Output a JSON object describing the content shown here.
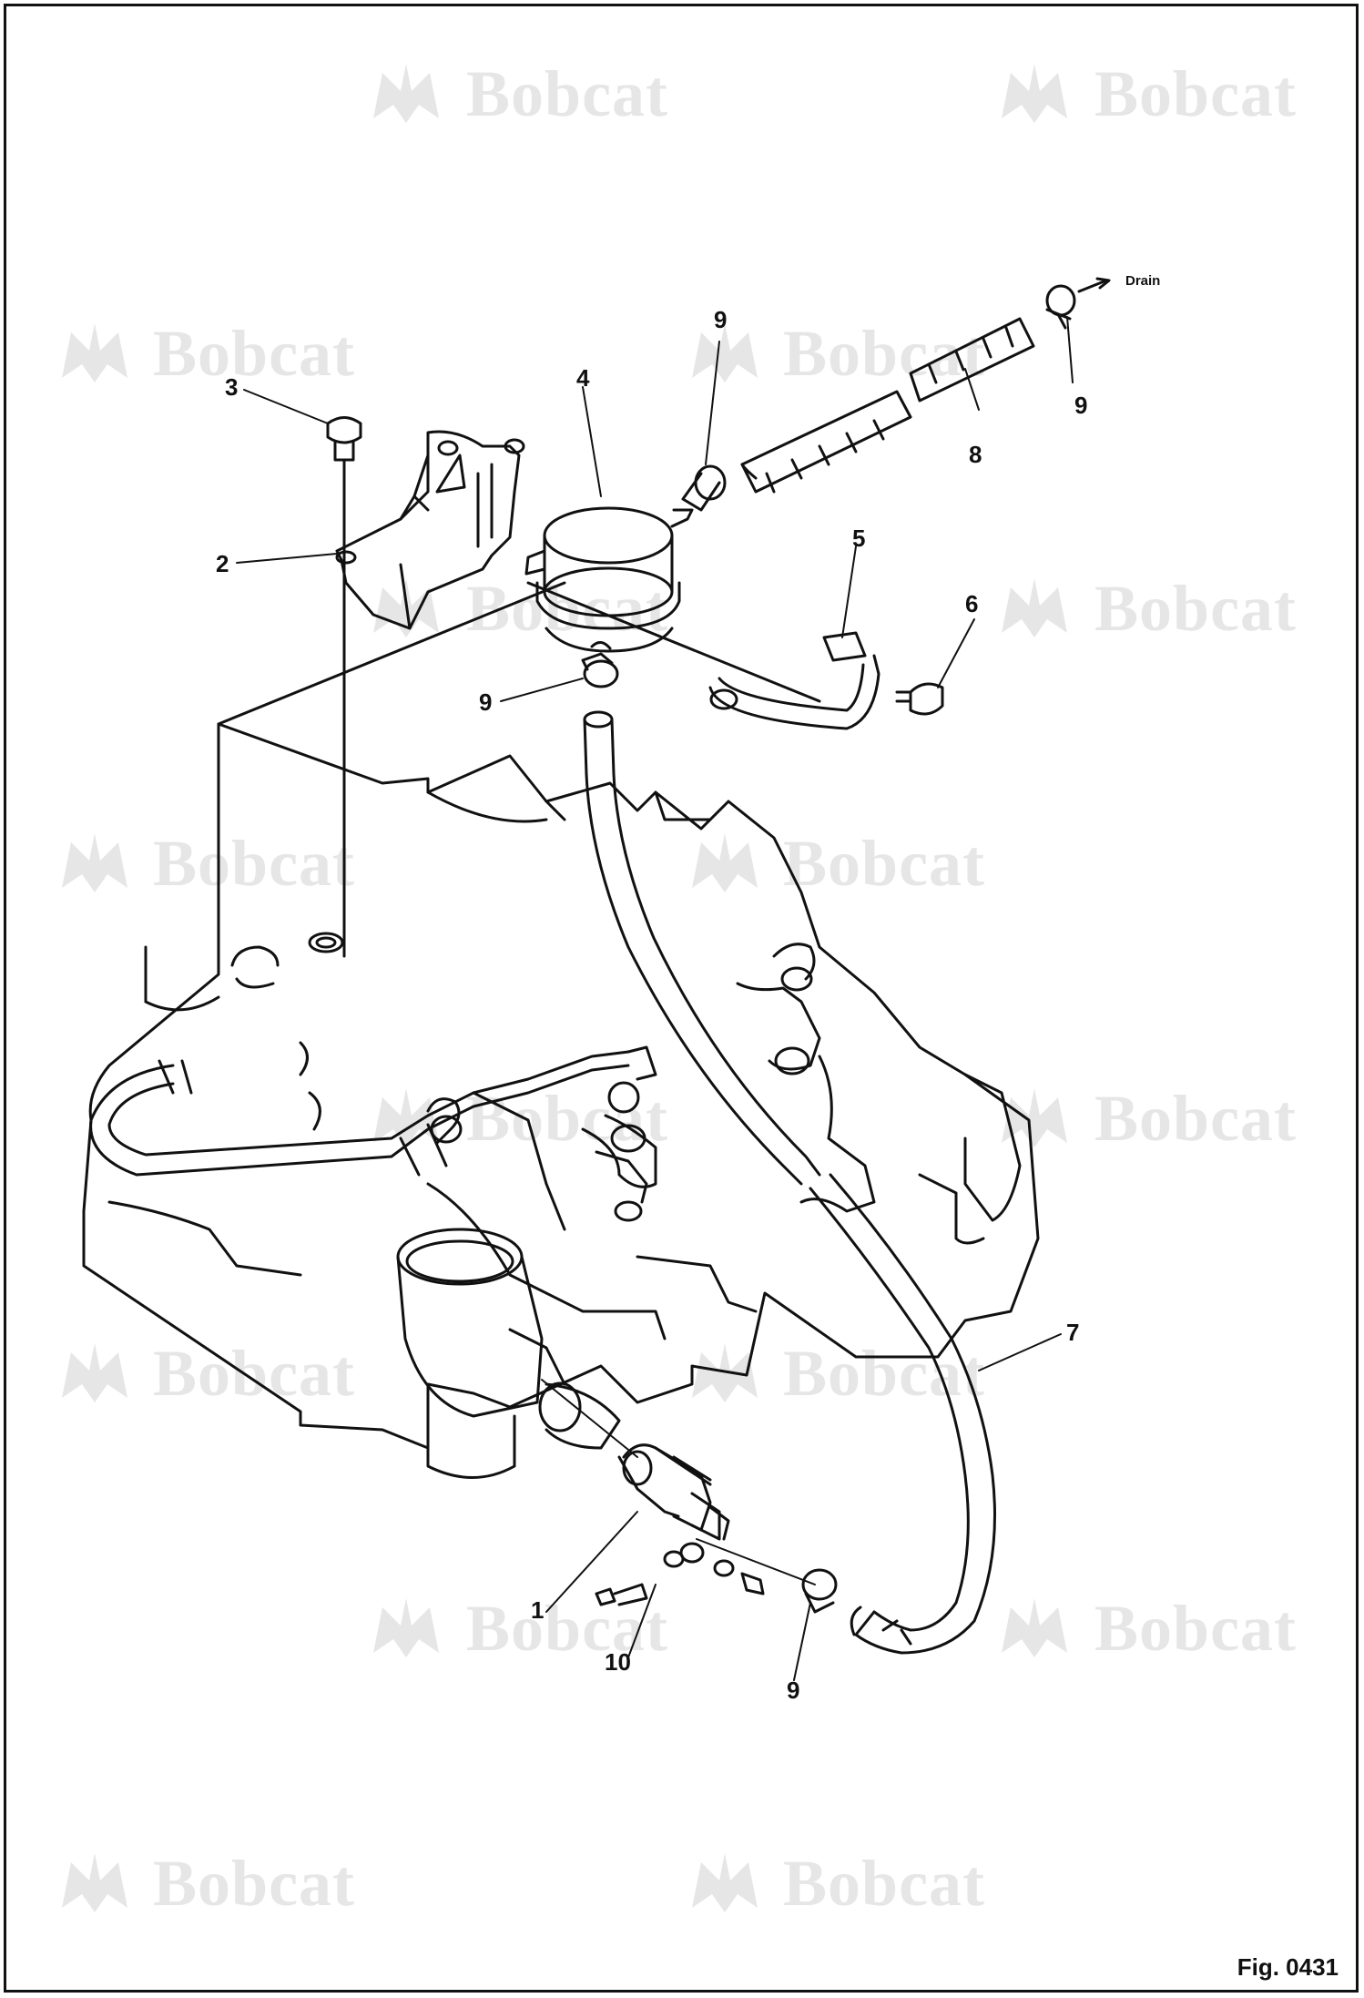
{
  "watermark": {
    "text": "Bobcat",
    "color": "#e6e6e6"
  },
  "callouts": {
    "c1": "1",
    "c2": "2",
    "c3": "3",
    "c4": "4",
    "c5": "5",
    "c6": "6",
    "c7": "7",
    "c8": "8",
    "c9a": "9",
    "c9b": "9",
    "c9c": "9",
    "c9d": "9",
    "c10": "10"
  },
  "drain_label": "Drain",
  "figure_label": "Fig. 0431",
  "colors": {
    "line": "#111111",
    "background": "#ffffff"
  }
}
